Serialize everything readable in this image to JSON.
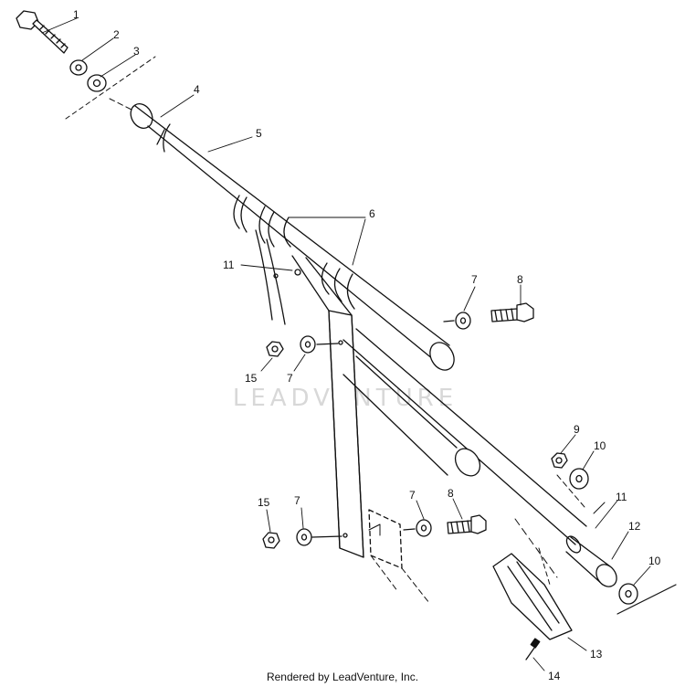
{
  "watermark_text": "LEADVENTURE",
  "footer_text": "Rendered by LeadVenture, Inc.",
  "callouts": {
    "c1": "1",
    "c2": "2",
    "c3": "3",
    "c4": "4",
    "c5": "5",
    "c6": "6",
    "c7a": "7",
    "c8a": "8",
    "c11a": "11",
    "c15a": "15",
    "c7b": "7",
    "c9": "9",
    "c10a": "10",
    "c11b": "11",
    "c12": "12",
    "c10b": "10",
    "c15b": "15",
    "c7c": "7",
    "c7d": "7",
    "c8b": "8",
    "c13": "13",
    "c14": "14"
  }
}
